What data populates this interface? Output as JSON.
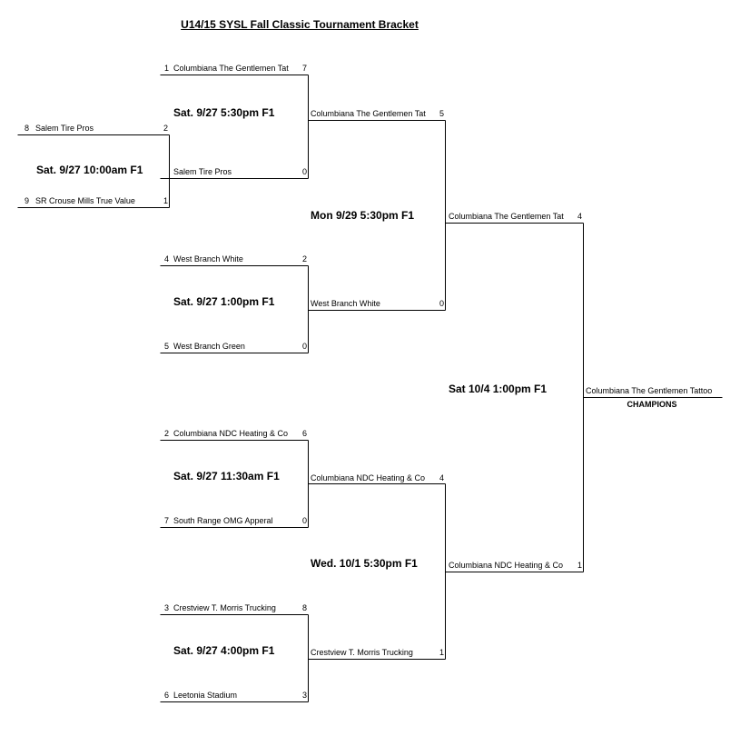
{
  "title": "U14/15 SYSL Fall Classic Tournament Bracket",
  "play_in": {
    "game": "Sat. 9/27 10:00am F1",
    "top": {
      "seed": "8",
      "team": "Salem Tire Pros",
      "score": "2"
    },
    "bottom": {
      "seed": "9",
      "team": "SR Crouse Mills True Value",
      "score": "1"
    }
  },
  "round1": [
    {
      "game": "Sat. 9/27 5:30pm F1",
      "top": {
        "seed": "1",
        "team": "Columbiana The Gentlemen Tat",
        "score": "7"
      },
      "bottom": {
        "seed": "",
        "team": "Salem Tire Pros",
        "score": "0"
      }
    },
    {
      "game": "Sat. 9/27 1:00pm F1",
      "top": {
        "seed": "4",
        "team": "West Branch White",
        "score": "2"
      },
      "bottom": {
        "seed": "5",
        "team": "West Branch Green",
        "score": "0"
      }
    },
    {
      "game": "Sat. 9/27 11:30am F1",
      "top": {
        "seed": "2",
        "team": "Columbiana NDC Heating & Co",
        "score": "6"
      },
      "bottom": {
        "seed": "7",
        "team": "South Range OMG Apperal",
        "score": "0"
      }
    },
    {
      "game": "Sat. 9/27 4:00pm F1",
      "top": {
        "seed": "3",
        "team": "Crestview T. Morris Trucking",
        "score": "8"
      },
      "bottom": {
        "seed": "6",
        "team": "Leetonia Stadium",
        "score": "3"
      }
    }
  ],
  "round2": [
    {
      "game": "Mon 9/29 5:30pm F1",
      "top": {
        "team": "Columbiana The Gentlemen Tat",
        "score": "5"
      },
      "bottom": {
        "team": "West Branch White",
        "score": "0"
      }
    },
    {
      "game": "Wed. 10/1 5:30pm F1",
      "top": {
        "team": "Columbiana NDC Heating & Co",
        "score": "4"
      },
      "bottom": {
        "team": "Crestview T. Morris Trucking",
        "score": "1"
      }
    }
  ],
  "final": {
    "game": "Sat 10/4 1:00pm F1",
    "top": {
      "team": "Columbiana The Gentlemen Tat",
      "score": "4"
    },
    "bottom": {
      "team": "Columbiana NDC Heating & Co",
      "score": "1"
    }
  },
  "champion": {
    "team": "Columbiana The Gentlemen Tattoo",
    "label": "CHAMPIONS"
  }
}
